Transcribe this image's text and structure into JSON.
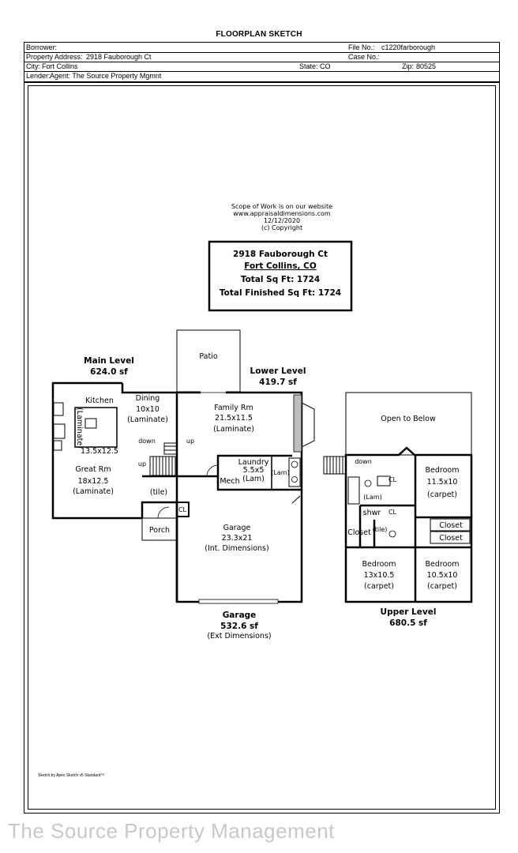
{
  "header": {
    "title": "FLOORPLAN SKETCH",
    "borrower_label": "Borrower:",
    "file_no_label": "File No.:",
    "file_no": "c1220farborough",
    "property_label": "Property Address:",
    "property_address": "2918 Fauborough Ct",
    "case_no_label": "Case No.:",
    "city_label": "City:",
    "city": "Fort Collins",
    "state_label": "State:",
    "state": "CO",
    "zip_label": "Zip:",
    "zip": "80525",
    "lender_label": "Lender:",
    "lender": "Agent:  The Source Property Mgmnt"
  },
  "scope": {
    "line1": "Scope of Work is on our website",
    "line2": "www.appraisaldimensions.com",
    "line3": "12/12/2020",
    "line4": "(c) Copyright"
  },
  "summary": {
    "address": "2918 Fauborough Ct",
    "city": "Fort Collins, CO",
    "total": "Total Sq Ft:  1724",
    "finished": "Total Finished Sq Ft:  1724"
  },
  "levels": {
    "main_name": "Main Level",
    "main_sf": "624.0 sf",
    "lower_name": "Lower Level",
    "lower_sf": "419.7 sf",
    "garage_name": "Garage",
    "garage_sf": "532.6 sf",
    "garage_note": "(Ext Dimensions)",
    "upper_name": "Upper Level",
    "upper_sf": "680.5 sf"
  },
  "rooms": {
    "patio": "Patio",
    "kitchen": "Kitchen",
    "laminate_vert": "(Laminate)",
    "kitchen_dim": "13.5x12.5",
    "dining": "Dining",
    "dining_dim": "10x10",
    "dining_floor": "(Laminate)",
    "down": "down",
    "up": "up",
    "up2": "up",
    "great": "Great Rm",
    "great_dim": "18x12.5",
    "great_floor": "(Laminate)",
    "tile": "(tile)",
    "cl": "CL",
    "porch": "Porch",
    "family": "Family Rm",
    "family_dim": "21.5x11.5",
    "family_floor": "(Laminate)",
    "laundry": "Laundry",
    "laundry_dim": "5.5x5",
    "laundry_floor": "(Lam)",
    "mech": "Mech",
    "lam_small": "(Lam)",
    "garage": "Garage",
    "garage_dim": "23.3x21",
    "garage_int": "(Int. Dimensions)",
    "open_below": "Open to Below",
    "down_upper": "down",
    "bed1": "Bedroom",
    "bed1_dim": "11.5x10",
    "bed1_floor": "(carpet)",
    "lam_upper": "(Lam)",
    "shwr": "shwr",
    "closet_left": "Closet",
    "tile_upper": "(tile)",
    "closet_r1": "Closet",
    "closet_r2": "Closet",
    "bed2": "Bedroom",
    "bed2_dim": "13x10.5",
    "bed2_floor": "(carpet)",
    "bed3": "Bedroom",
    "bed3_dim": "10.5x10",
    "bed3_floor": "(carpet)",
    "cl_small1": "CL",
    "cl_small2": "CL"
  },
  "footnote": "Sketch by Apex Sketch v5 Standard™",
  "watermark": "The Source Property Management"
}
